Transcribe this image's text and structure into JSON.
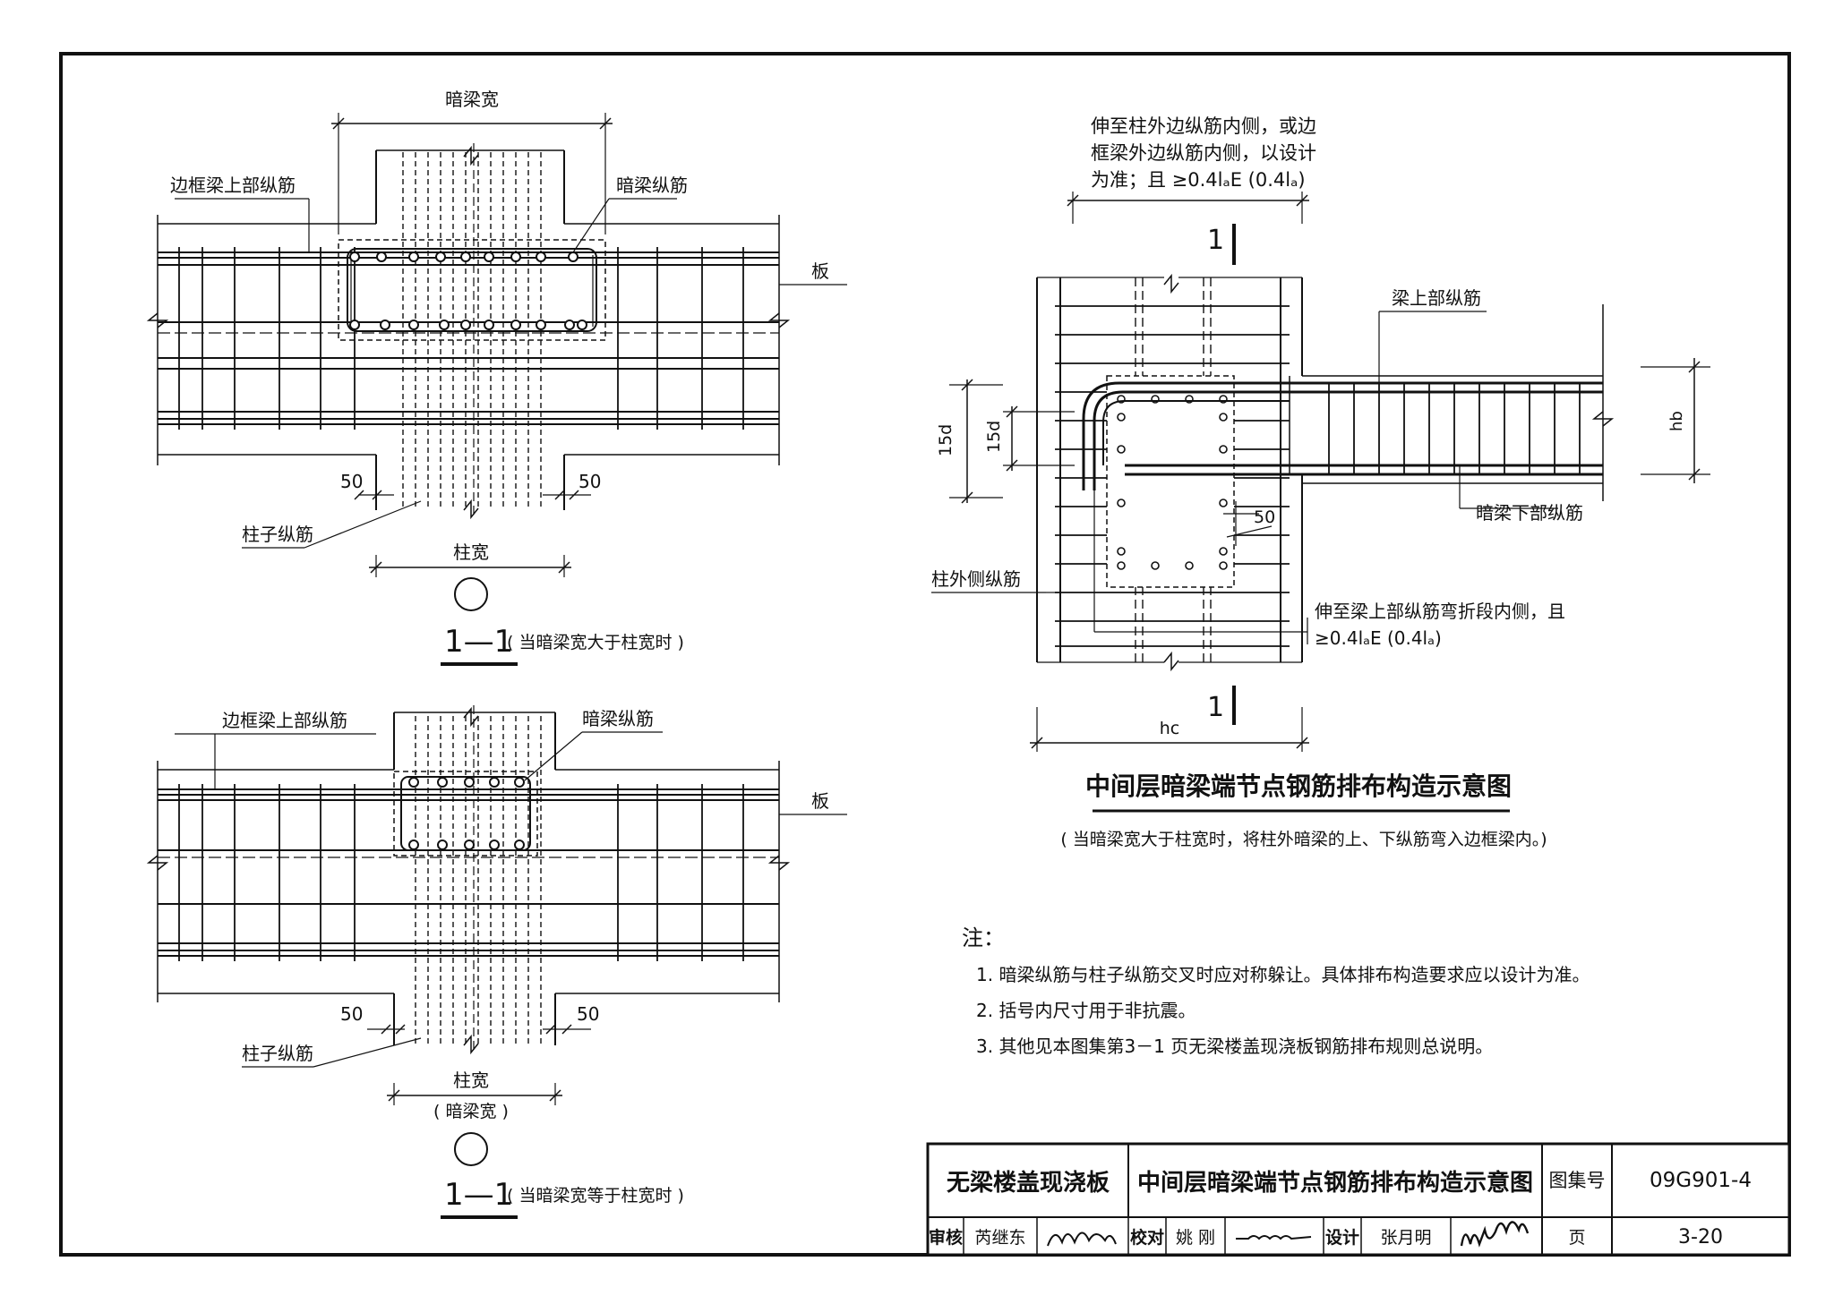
{
  "top_left": {
    "dark_beam_width": "暗梁宽",
    "edge_beam_top_bars": "边框梁上部纵筋",
    "dark_beam_bars": "暗梁纵筋",
    "slab": "板",
    "dim_left": "50",
    "dim_right": "50",
    "column_bars": "柱子纵筋",
    "column_width": "柱宽",
    "section_mark": "1—1",
    "section_note": "( 当暗梁宽大于柱宽时 )"
  },
  "bottom_left": {
    "edge_beam_top_bars": "边框梁上部纵筋",
    "dark_beam_bars": "暗梁纵筋",
    "slab": "板",
    "dim_left": "50",
    "dim_right": "50",
    "column_bars": "柱子纵筋",
    "column_width": "柱宽",
    "dark_beam_width_paren": "( 暗梁宽 )",
    "section_mark": "1—1",
    "section_note": "( 当暗梁宽等于柱宽时 )"
  },
  "right": {
    "anchor_note_l1": "伸至柱外边纵筋内侧，或边",
    "anchor_note_l2": "框梁外边纵筋内侧，以设计",
    "anchor_note_l3": "为准；且 ≥0.4lₐE (0.4lₐ)",
    "cut_top": "1",
    "cut_bottom": "1",
    "beam_top_bars": "梁上部纵筋",
    "dim_15d_outer": "15d",
    "dim_15d_inner": "15d",
    "dim_hb": "hb",
    "dark_beam_bottom_bars": "暗梁下部纵筋",
    "dim_50": "50",
    "column_outer_bars": "柱外侧纵筋",
    "bend_note_l1": "伸至梁上部纵筋弯折段内侧，且",
    "bend_note_l2": "≥0.4lₐE (0.4lₐ)",
    "dim_hc": "hc",
    "title": "中间层暗梁端节点钢筋排布构造示意图",
    "subtitle": "( 当暗梁宽大于柱宽时，将柱外暗梁的上、下纵筋弯入边框梁内。)"
  },
  "notes": {
    "heading": "注：",
    "items": [
      "1. 暗梁纵筋与柱子纵筋交叉时应对称躲让。具体排布构造要求应以设计为准。",
      "2. 括号内尺寸用于非抗震。",
      "3. 其他见本图集第3－1 页无梁楼盖现浇板钢筋排布规则总说明。"
    ]
  },
  "title_block": {
    "category": "无梁楼盖现浇板",
    "drawing_title": "中间层暗梁端节点钢筋排布构造示意图",
    "atlas_label": "图集号",
    "atlas_no": "09G901-4",
    "review_label": "审核",
    "reviewer": "芮继东",
    "check_label": "校对",
    "checker": "姚 刚",
    "design_label": "设计",
    "designer": "张月明",
    "page_label": "页",
    "page_no": "3-20"
  }
}
